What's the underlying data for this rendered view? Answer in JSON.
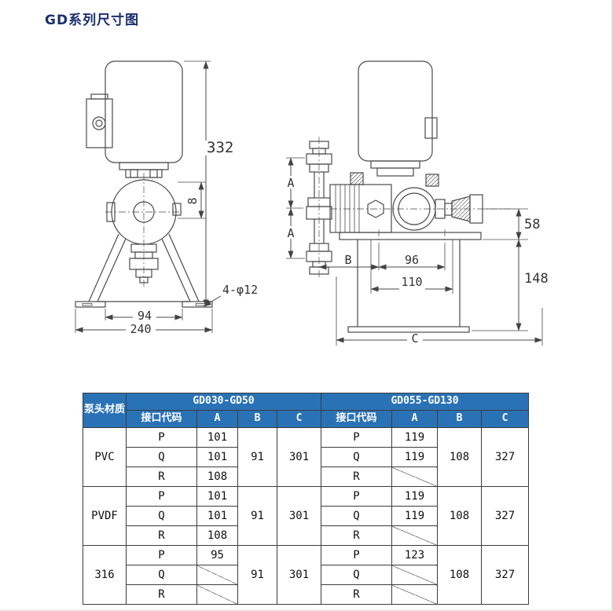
{
  "page": {
    "title": "GD系列尺寸图"
  },
  "front_view": {
    "dim_height": "332",
    "dim_shaft": "8",
    "dim_feet_span": "94",
    "dim_base_width": "240",
    "dim_mount_holes": "4-φ12"
  },
  "side_view": {
    "dim_a_upper": "A",
    "dim_a_lower": "A",
    "dim_b": "B",
    "dim_hole_span": "96",
    "dim_plate_span": "110",
    "dim_head_height": "58",
    "dim_base_height": "148",
    "dim_total_length": "C"
  },
  "table": {
    "corner": "泵头材质",
    "group_left": "GD030-GD50",
    "group_right": "GD055-GD130",
    "col_code": "接口代码",
    "col_a": "A",
    "col_b": "B",
    "col_c": "C",
    "codes": {
      "p": "P",
      "q": "Q",
      "r": "R"
    },
    "materials": {
      "pvc": {
        "name": "PVC",
        "left": {
          "a_p": "101",
          "a_q": "101",
          "a_r": "108",
          "b": "91",
          "c": "301"
        },
        "right": {
          "a_p": "119",
          "a_q": "119",
          "a_r": "",
          "b": "108",
          "c": "327"
        }
      },
      "pvdf": {
        "name": "PVDF",
        "left": {
          "a_p": "101",
          "a_q": "101",
          "a_r": "108",
          "b": "91",
          "c": "301"
        },
        "right": {
          "a_p": "119",
          "a_q": "119",
          "a_r": "",
          "b": "108",
          "c": "327"
        }
      },
      "s316": {
        "name": "316",
        "left": {
          "a_p": "95",
          "a_q": "",
          "a_r": "",
          "b": "91",
          "c": "301"
        },
        "right": {
          "a_p": "123",
          "a_q": "",
          "a_r": "",
          "b": "108",
          "c": "327"
        }
      }
    }
  }
}
